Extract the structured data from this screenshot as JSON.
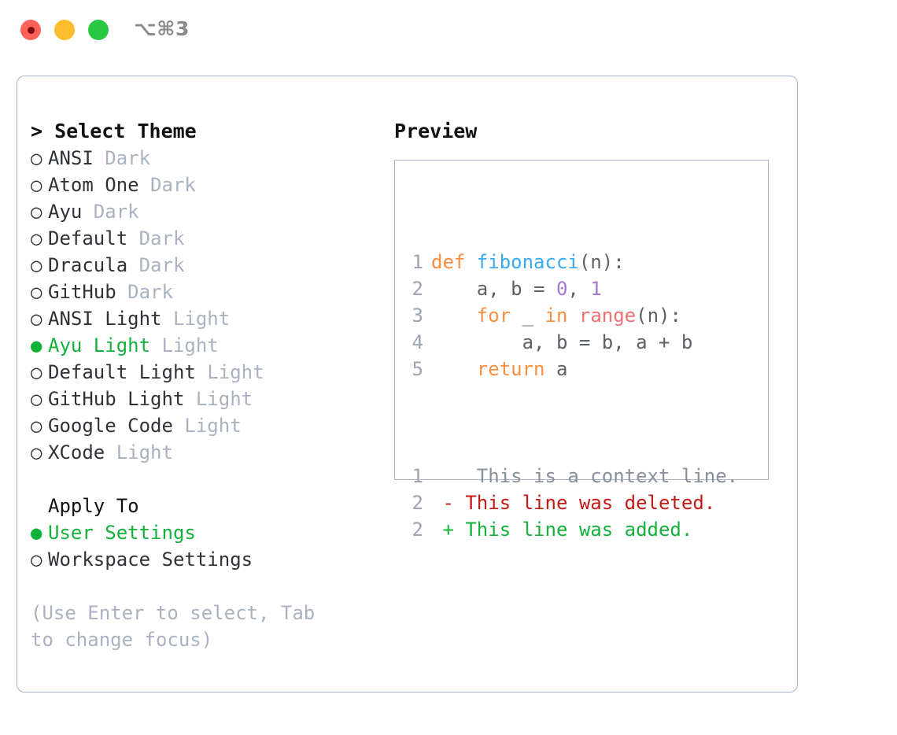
{
  "titlebar": {
    "shortcut": "⌥⌘3",
    "lights": [
      {
        "name": "close",
        "color": "#ff6058"
      },
      {
        "name": "minimize",
        "color": "#ffbd2e"
      },
      {
        "name": "maximize",
        "color": "#28c840"
      }
    ]
  },
  "theme_picker": {
    "header": "> Select Theme",
    "caret": ">",
    "header_label": "Select Theme",
    "bullet_unselected": "○",
    "bullet_selected": "●",
    "items": [
      {
        "label": "ANSI",
        "tag": "Dark",
        "selected": false
      },
      {
        "label": "Atom One",
        "tag": "Dark",
        "selected": false
      },
      {
        "label": "Ayu",
        "tag": "Dark",
        "selected": false
      },
      {
        "label": "Default",
        "tag": "Dark",
        "selected": false
      },
      {
        "label": "Dracula",
        "tag": "Dark",
        "selected": false
      },
      {
        "label": "GitHub",
        "tag": "Dark",
        "selected": false
      },
      {
        "label": "ANSI Light",
        "tag": "Light",
        "selected": false
      },
      {
        "label": "Ayu Light",
        "tag": "Light",
        "selected": true
      },
      {
        "label": "Default Light",
        "tag": "Light",
        "selected": false
      },
      {
        "label": "GitHub Light",
        "tag": "Light",
        "selected": false
      },
      {
        "label": "Google Code",
        "tag": "Light",
        "selected": false
      },
      {
        "label": "XCode",
        "tag": "Light",
        "selected": false
      }
    ]
  },
  "apply_to": {
    "title": "Apply To",
    "items": [
      {
        "label": "User Settings",
        "selected": true
      },
      {
        "label": "Workspace Settings",
        "selected": false
      }
    ]
  },
  "hint": "(Use Enter to select, Tab to change focus)",
  "preview": {
    "title": "Preview",
    "code_lines": [
      {
        "n": "1",
        "tokens": [
          {
            "t": "def ",
            "c": "kw"
          },
          {
            "t": "fibonacci",
            "c": "fn"
          },
          {
            "t": "(n):",
            "c": "punc"
          }
        ]
      },
      {
        "n": "2",
        "tokens": [
          {
            "t": "    a, b = ",
            "c": "txt"
          },
          {
            "t": "0",
            "c": "num"
          },
          {
            "t": ", ",
            "c": "txt"
          },
          {
            "t": "1",
            "c": "num"
          }
        ]
      },
      {
        "n": "3",
        "tokens": [
          {
            "t": "    ",
            "c": "txt"
          },
          {
            "t": "for",
            "c": "kw"
          },
          {
            "t": " _ ",
            "c": "txt"
          },
          {
            "t": "in",
            "c": "kw"
          },
          {
            "t": " ",
            "c": "txt"
          },
          {
            "t": "range",
            "c": "call"
          },
          {
            "t": "(n):",
            "c": "punc"
          }
        ]
      },
      {
        "n": "4",
        "tokens": [
          {
            "t": "        a, b = b, a + b",
            "c": "txt"
          }
        ]
      },
      {
        "n": "5",
        "tokens": [
          {
            "t": "    ",
            "c": "txt"
          },
          {
            "t": "return",
            "c": "kw"
          },
          {
            "t": " a",
            "c": "txt"
          }
        ]
      }
    ],
    "diff_lines": [
      {
        "n": "1",
        "marker": " ",
        "text": "  This is a context line.",
        "kind": "ctx"
      },
      {
        "n": "2",
        "marker": "-",
        "text": " This line was deleted.",
        "kind": "del"
      },
      {
        "n": "2",
        "marker": "+",
        "text": " This line was added.",
        "kind": "add"
      }
    ]
  },
  "colors": {
    "accent_green": "#12b23a",
    "muted": "#a9b2c0",
    "border": "#aab4c2",
    "keyword": "#fa8d3e",
    "function": "#3ba9f0",
    "number": "#a37acc",
    "call": "#f07171",
    "text": "#5c6166",
    "diff_add": "#12b23a",
    "diff_del": "#c41a16",
    "diff_ctx": "#8a9099"
  }
}
